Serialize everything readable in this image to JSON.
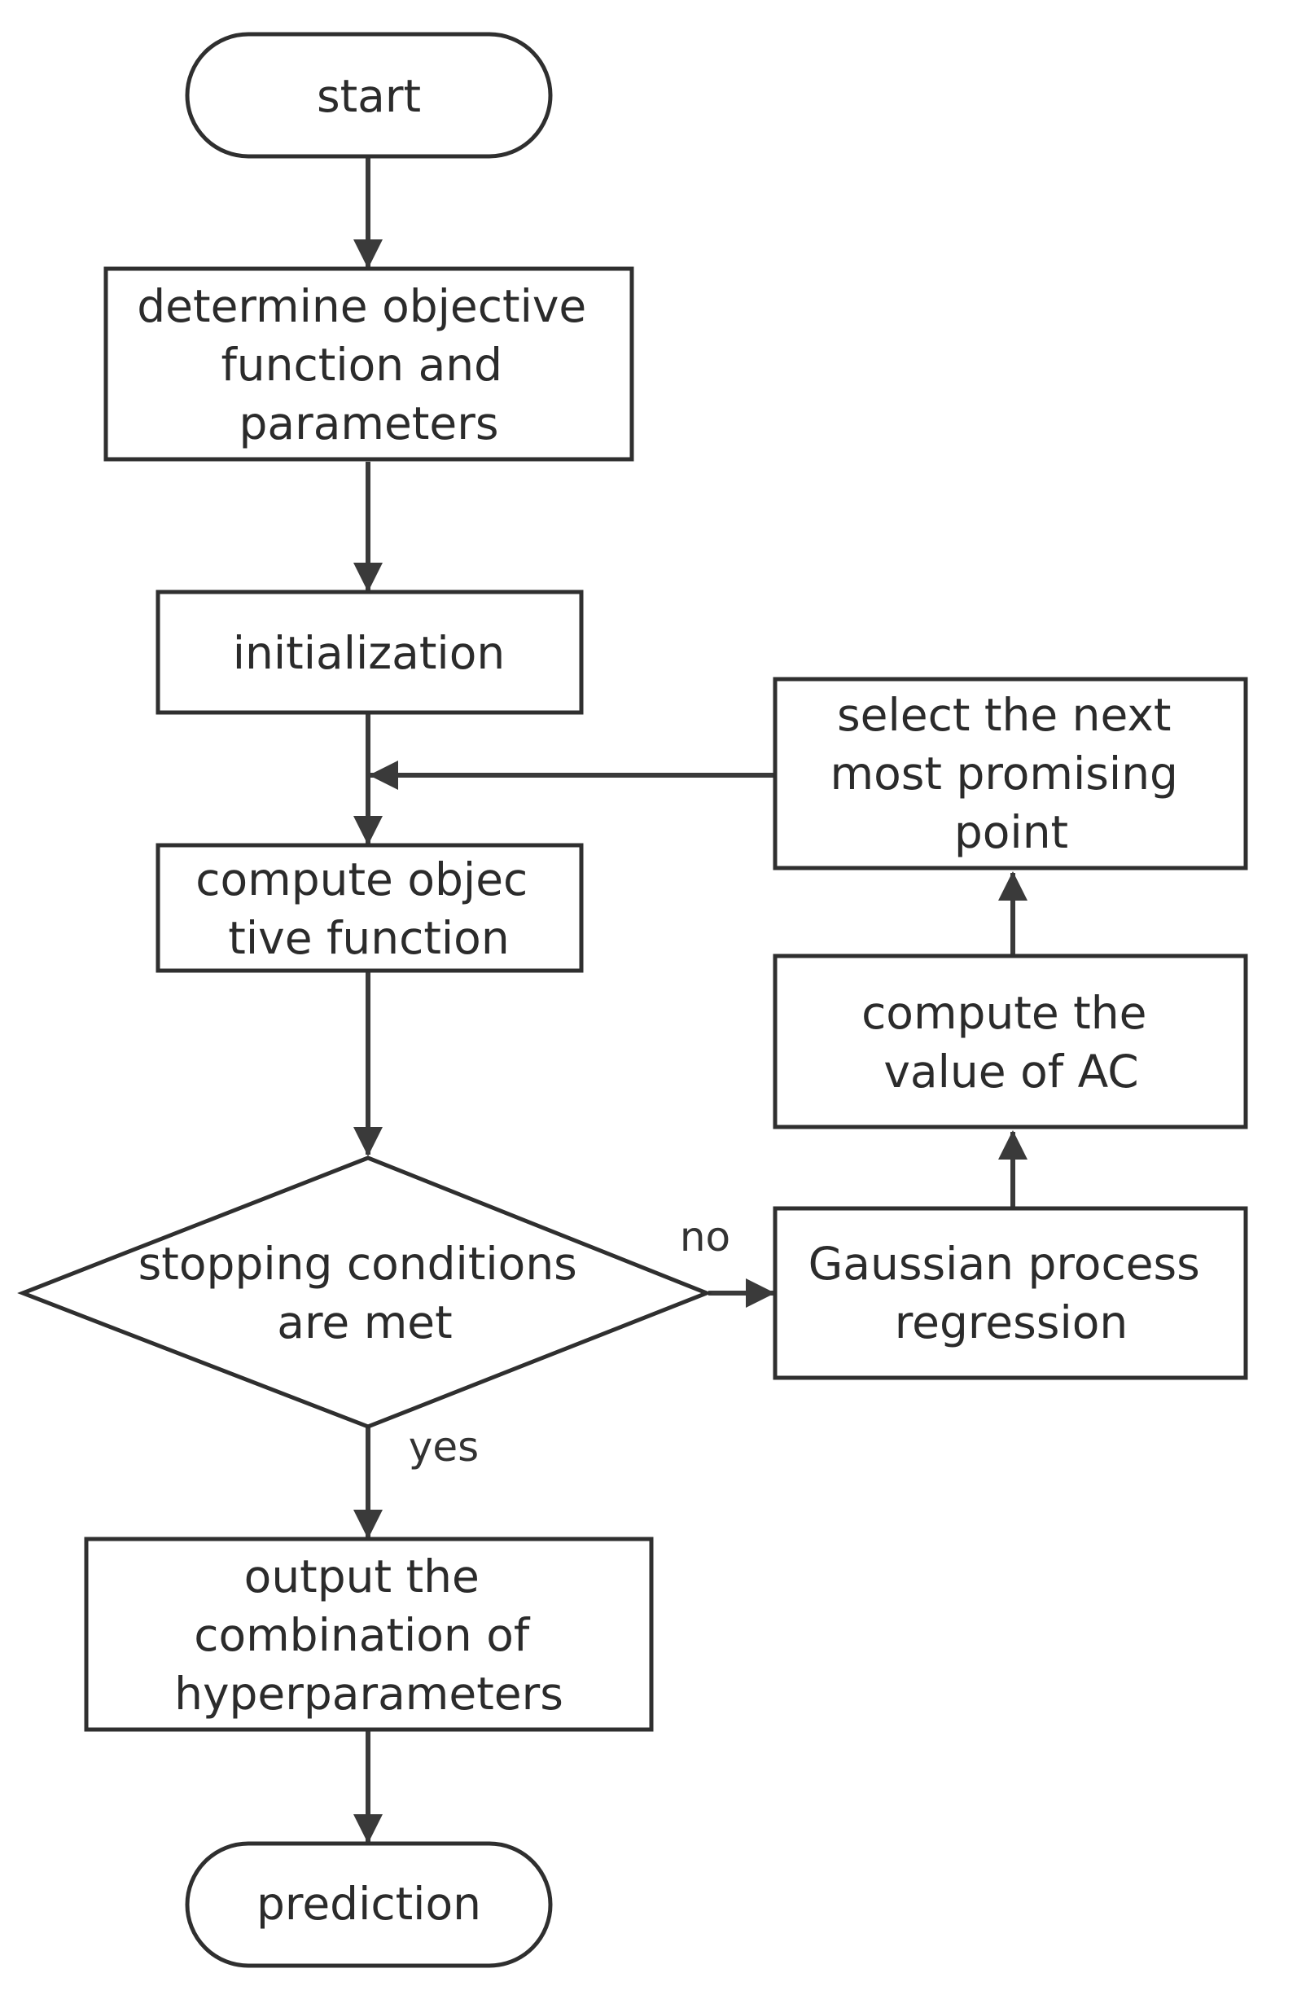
{
  "flowchart": {
    "nodes": {
      "start": {
        "shape": "terminal",
        "lines": [
          "start"
        ]
      },
      "determine": {
        "shape": "process",
        "lines": [
          "determine objective",
          "function and",
          "parameters"
        ]
      },
      "init": {
        "shape": "process",
        "lines": [
          "initialization"
        ]
      },
      "compute_obj": {
        "shape": "process",
        "lines": [
          "compute objec",
          "tive function"
        ]
      },
      "decision": {
        "shape": "decision",
        "lines": [
          "stopping conditions",
          "are met"
        ]
      },
      "output": {
        "shape": "process",
        "lines": [
          "output the",
          "combination of",
          "hyperparameters"
        ]
      },
      "prediction": {
        "shape": "terminal",
        "lines": [
          "prediction"
        ]
      },
      "gpr": {
        "shape": "process",
        "lines": [
          "Gaussian process",
          "regression"
        ]
      },
      "compute_ac": {
        "shape": "process",
        "lines": [
          "compute the",
          "value of AC"
        ]
      },
      "select_next": {
        "shape": "process",
        "lines": [
          "select the next",
          "most promising",
          "point"
        ]
      }
    },
    "edges": [
      {
        "from": "start",
        "to": "determine",
        "label": ""
      },
      {
        "from": "determine",
        "to": "init",
        "label": ""
      },
      {
        "from": "init",
        "to": "compute_obj",
        "label": ""
      },
      {
        "from": "compute_obj",
        "to": "decision",
        "label": ""
      },
      {
        "from": "decision",
        "to": "output",
        "label": "yes"
      },
      {
        "from": "output",
        "to": "prediction",
        "label": ""
      },
      {
        "from": "decision",
        "to": "gpr",
        "label": "no"
      },
      {
        "from": "gpr",
        "to": "compute_ac",
        "label": ""
      },
      {
        "from": "compute_ac",
        "to": "select_next",
        "label": ""
      },
      {
        "from": "select_next",
        "to": "compute_obj",
        "label": ""
      }
    ]
  }
}
